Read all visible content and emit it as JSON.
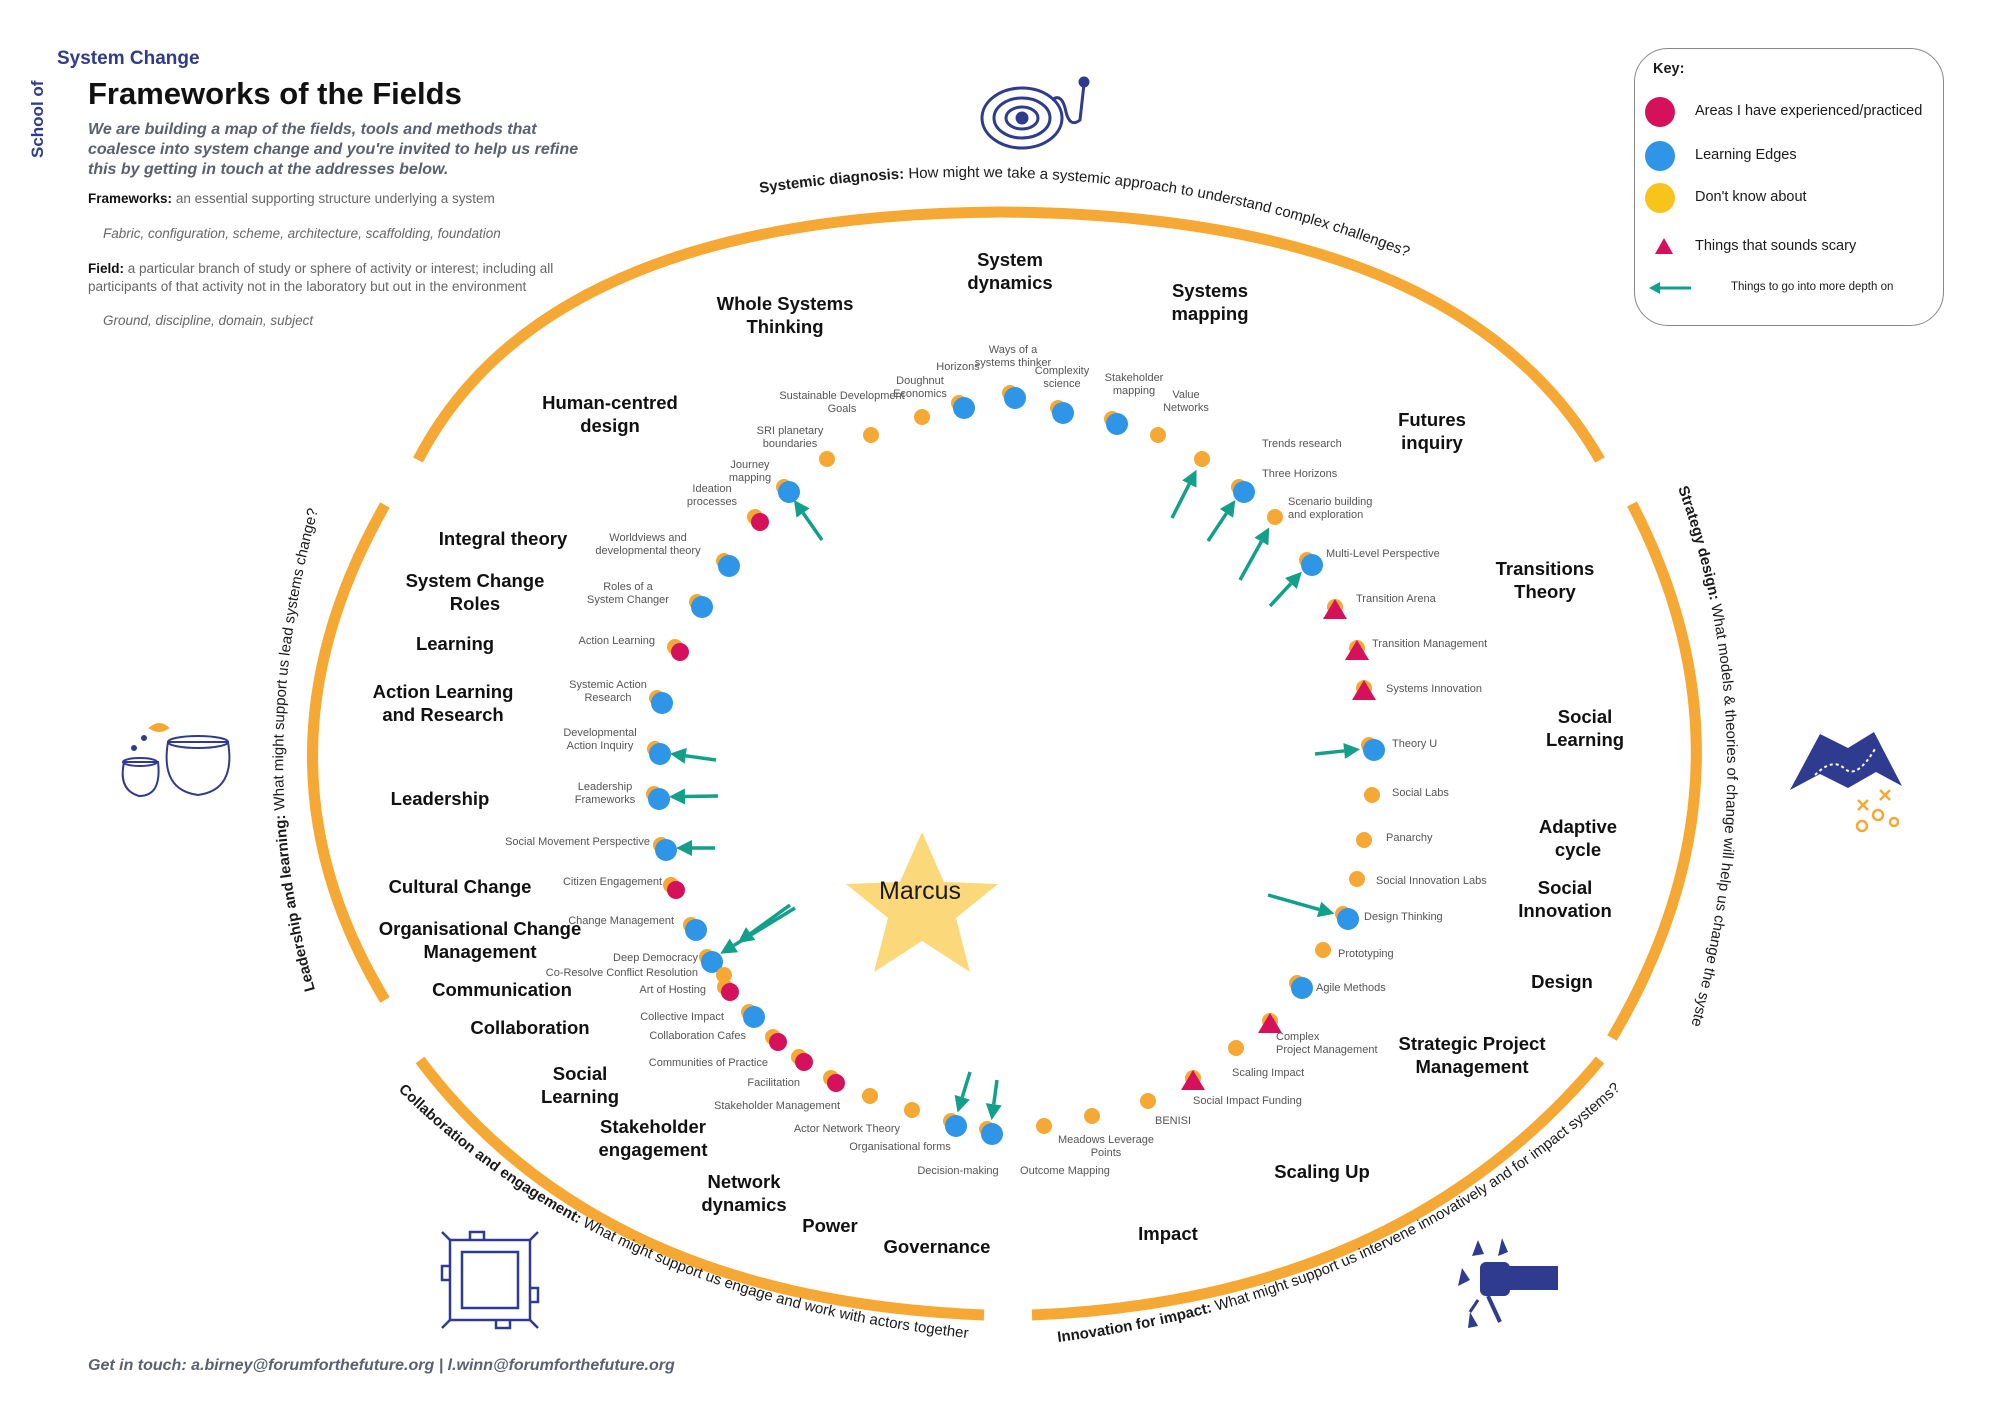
{
  "header": {
    "brand_top": "System Change",
    "brand_side": "School of",
    "title": "Frameworks of the Fields",
    "intro": "We are building a map of the fields, tools and methods that coalesce into system change and you're invited to help us refine this by getting in touch at the addresses below."
  },
  "definitions": {
    "frameworks_term": "Frameworks:",
    "frameworks_text": "an essential supporting structure underlying a system",
    "frameworks_synonyms": "Fabric, configuration, scheme, architecture, scaffolding, foundation",
    "field_term": "Field:",
    "field_text": "a particular branch of study or sphere of activity or interest; including all participants of that activity not in the laboratory but out in the environment",
    "field_synonyms": "Ground, discipline, domain, subject"
  },
  "key": {
    "title": "Key:",
    "items": [
      {
        "label": "Areas I have experienced/practiced",
        "symbol": "dot",
        "color": "#d6115c"
      },
      {
        "label": "Learning Edges",
        "symbol": "dot",
        "color": "#2f95e6"
      },
      {
        "label": "Don't know about",
        "symbol": "dot",
        "color": "#f8c31a"
      },
      {
        "label": "Things that sounds scary",
        "symbol": "triangle",
        "color": "#d6115c"
      },
      {
        "label": "Things to go into more depth on",
        "symbol": "arrow",
        "color": "#13a08a"
      }
    ]
  },
  "colors": {
    "ring": "#f5a833",
    "dot_orange": "#f5a833",
    "dot_blue": "#2f95e6",
    "dot_red": "#d6115c",
    "arrow": "#13a08a",
    "star": "#fbd97a",
    "icon": "#2e3b8f"
  },
  "center": {
    "label": "Marcus"
  },
  "arc_labels": [
    {
      "bold": "Systemic diagnosis:",
      "text": " How might we take a systemic approach to understand complex challenges?"
    },
    {
      "bold": "Strategy design:",
      "text": " What models & theories of change will help us change the system?"
    },
    {
      "bold": "Innovation for impact:",
      "text": " What might support us intervene innovatively and for impact systems?"
    },
    {
      "bold": "Collaboration and engagement:",
      "text": " What might support us engage and work with actors together?"
    },
    {
      "bold": "Leadership and learning:",
      "text": " What might  support us lead systems change?"
    }
  ],
  "fields": [
    "System dynamics",
    "Whole Systems Thinking",
    "Systems mapping",
    "Human-centred design",
    "Futures inquiry",
    "Integral theory",
    "System Change Roles",
    "Transitions Theory",
    "Learning",
    "Action Learning and Research",
    "Social Learning",
    "Leadership",
    "Adaptive cycle",
    "Cultural Change",
    "Social Innovation",
    "Organisational Change Management",
    "Design",
    "Communication",
    "Collaboration",
    "Strategic Project Management",
    "Social Learning",
    "Stakeholder engagement",
    "Scaling Up",
    "Network dynamics",
    "Power",
    "Impact",
    "Governance"
  ],
  "methods": [
    {
      "label": "Ways of a systems thinker",
      "status": "blue"
    },
    {
      "label": "Horizons",
      "status": "blue"
    },
    {
      "label": "Doughnut Economics",
      "status": "orange"
    },
    {
      "label": "Complexity science",
      "status": "blue"
    },
    {
      "label": "Stakeholder mapping",
      "status": "blue"
    },
    {
      "label": "Value Networks",
      "status": "orange"
    },
    {
      "label": "Sustainable Development Goals",
      "status": "orange"
    },
    {
      "label": "SRI planetary boundaries",
      "status": "orange"
    },
    {
      "label": "Trends research",
      "status": "orange",
      "arrow": true
    },
    {
      "label": "Journey mapping",
      "status": "blue",
      "arrow": true
    },
    {
      "label": "Three Horizons",
      "status": "blue",
      "arrow": true
    },
    {
      "label": "Ideation processes",
      "status": "red"
    },
    {
      "label": "Scenario building and exploration",
      "status": "orange",
      "arrow": true
    },
    {
      "label": "Worldviews and developmental theory",
      "status": "blue"
    },
    {
      "label": "Multi-Level Perspective",
      "status": "blue",
      "arrow": true
    },
    {
      "label": "Roles of a System Changer",
      "status": "blue"
    },
    {
      "label": "Transition Arena",
      "status": "scary"
    },
    {
      "label": "Action Learning",
      "status": "red"
    },
    {
      "label": "Transition Management",
      "status": "scary"
    },
    {
      "label": "Systems Innovation",
      "status": "scary"
    },
    {
      "label": "Systemic Action Research",
      "status": "blue"
    },
    {
      "label": "Developmental Action Inquiry",
      "status": "blue",
      "arrow": true
    },
    {
      "label": "Theory U",
      "status": "blue",
      "arrow": true
    },
    {
      "label": "Social Labs",
      "status": "orange"
    },
    {
      "label": "Leadership Frameworks",
      "status": "blue",
      "arrow": true
    },
    {
      "label": "Panarchy",
      "status": "orange"
    },
    {
      "label": "Social Movement Perspective",
      "status": "blue",
      "arrow": true
    },
    {
      "label": "Social Innovation Labs",
      "status": "orange"
    },
    {
      "label": "Citizen Engagement",
      "status": "red"
    },
    {
      "label": "Design Thinking",
      "status": "blue",
      "arrow": true
    },
    {
      "label": "Change Management",
      "status": "blue"
    },
    {
      "label": "Prototyping",
      "status": "orange"
    },
    {
      "label": "Deep Democracy",
      "status": "blue",
      "arrow": true
    },
    {
      "label": "Co-Resolve Conflict Resolution",
      "status": "orange"
    },
    {
      "label": "Agile Methods",
      "status": "blue"
    },
    {
      "label": "Art of Hosting",
      "status": "red"
    },
    {
      "label": "Complex Project Management",
      "status": "scary"
    },
    {
      "label": "Collective Impact",
      "status": "blue"
    },
    {
      "label": "Collaboration Cafes",
      "status": "red"
    },
    {
      "label": "Scaling Impact",
      "status": "orange"
    },
    {
      "label": "Communities of Practice",
      "status": "red"
    },
    {
      "label": "Social Impact Funding",
      "status": "scary"
    },
    {
      "label": "Facilitation",
      "status": "red"
    },
    {
      "label": "BENISI",
      "status": "orange"
    },
    {
      "label": "Stakeholder Management",
      "status": "orange"
    },
    {
      "label": "Meadows Leverage Points",
      "status": "orange"
    },
    {
      "label": "Actor Network Theory",
      "status": "orange"
    },
    {
      "label": "Organisational forms",
      "status": "blue",
      "arrow": true
    },
    {
      "label": "Decision-making",
      "status": "blue",
      "arrow": true
    },
    {
      "label": "Outcome Mapping",
      "status": "orange"
    }
  ],
  "footer": "Get in touch: a.birney@forumforthefuture.org | l.winn@forumforthefuture.org"
}
